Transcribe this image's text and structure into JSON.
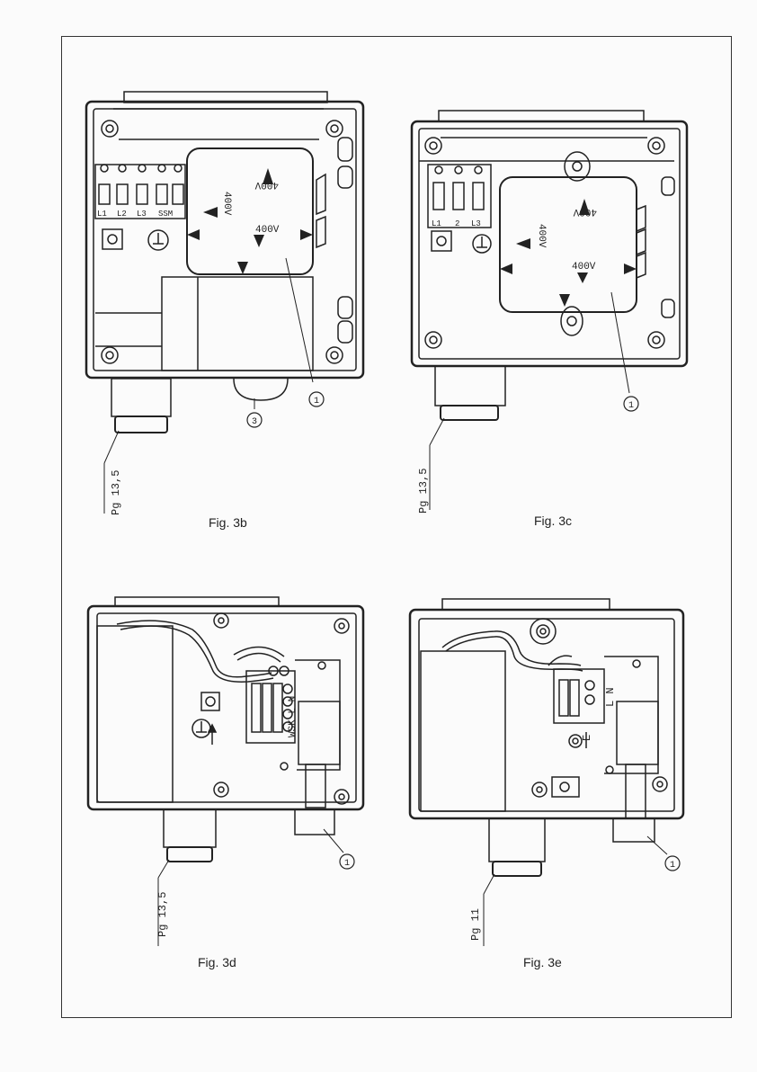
{
  "figures": {
    "fig3b": {
      "caption": "Fig. 3b",
      "gland": "Pg 13,5",
      "terminals": [
        "L1",
        "L2",
        "L3",
        "SSM"
      ],
      "voltage_top": "400V",
      "voltage_left": "400V",
      "voltage_right": "400V",
      "callout_1": "1",
      "callout_3": "3"
    },
    "fig3c": {
      "caption": "Fig. 3c",
      "gland": "Pg 13,5",
      "terminals": [
        "L1",
        "2",
        "L3"
      ],
      "voltage_top": "400V",
      "voltage_left": "400V",
      "voltage_right": "400V",
      "callout_1": "1"
    },
    "fig3d": {
      "caption": "Fig. 3d",
      "gland": "Pg 13,5",
      "terminal_label": "WSK L N",
      "callout_1": "1"
    },
    "fig3e": {
      "caption": "Fig. 3e",
      "gland": "Pg 11",
      "terminal_label": "L N",
      "earth_label": "E",
      "callout_1": "1"
    }
  }
}
